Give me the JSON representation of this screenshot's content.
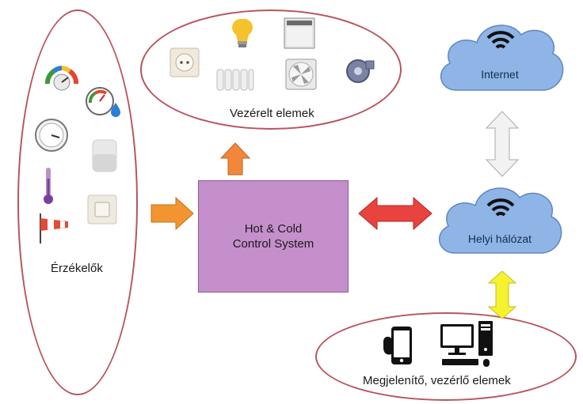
{
  "sensors_group": {
    "label": "Érzékelők",
    "icons": [
      "gauge-dial-icon",
      "humidity-meter-icon",
      "pressure-gauge-icon",
      "jar-sensor-icon",
      "thermometer-icon",
      "wall-switch-icon",
      "windsock-icon"
    ]
  },
  "controlled_group": {
    "label": "Vezérelt elemek",
    "icons": [
      "wall-socket-icon",
      "light-bulb-icon",
      "window-blind-icon",
      "radiator-icon",
      "fan-icon",
      "blower-icon"
    ]
  },
  "center_box": {
    "line1": "Hot & Cold",
    "line2": "Control System"
  },
  "clouds": {
    "internet": "Internet",
    "local_network": "Helyi hálózat"
  },
  "display_group": {
    "label": "Megjelenítő, vezérlő elemek",
    "icons": [
      "smartphone-icon",
      "desktop-computer-icon"
    ]
  },
  "colors": {
    "ellipse_border": "#b8555d",
    "center_box": "#c58fcb",
    "cloud": "#8fb4e6",
    "arrow_orange": "#f29531",
    "arrow_red": "#e8433f",
    "arrow_white": "#f2f2f2",
    "arrow_yellow": "#f7f230"
  }
}
